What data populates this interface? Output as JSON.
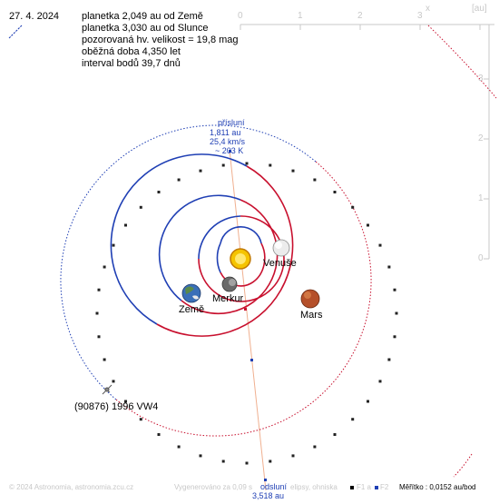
{
  "date": "27. 4. 2024",
  "info": {
    "line1": "planetka 2,049 au od Země",
    "line2": "planetka 3,030 au od Slunce",
    "line3": "pozorovaná hv. velikost = 19,8 mag",
    "line4": "oběžná doba 4,350 let",
    "line5": "interval bodů 39,7 dnů"
  },
  "axis": {
    "unit": "[au]",
    "x_letter": "x",
    "x_ticks": [
      "0",
      "1",
      "2",
      "3"
    ],
    "y_ticks": [
      "3",
      "2",
      "1",
      "0"
    ]
  },
  "perihelion": {
    "title": "přísluní",
    "distance": "1,811 au",
    "speed": "25,4 km/s",
    "temp": "~ 203 K"
  },
  "aphelion": {
    "title": "odsluní",
    "distance": "3,518 au"
  },
  "planets": {
    "venus": "Venuše",
    "earth": "Země",
    "mercury": "Merkur",
    "mars": "Mars"
  },
  "asteroid_label": "(90876) 1996 VW4",
  "footer": {
    "copyright": "© 2024 Astronomia, astronomia.zcu.cz",
    "generated": "Vygenerováno za 0,09 s",
    "ellipse_note": "elipsy, ohniska",
    "f1": "F1 a",
    "f2": "F2",
    "scale": "Měřítko : 0,0152 au/bod"
  },
  "colors": {
    "above_ecliptic": "#1f3fb4",
    "below_ecliptic": "#c8102e",
    "sun": "#f5c400",
    "axis_grey": "#c8c8c8"
  }
}
